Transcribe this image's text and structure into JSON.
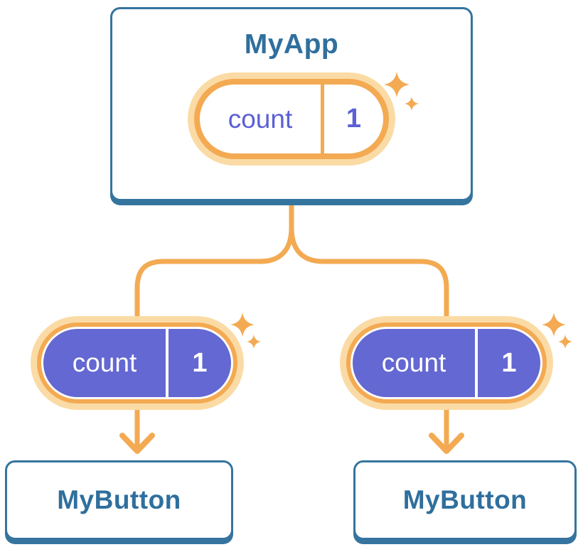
{
  "tree": {
    "root": {
      "title": "MyApp",
      "state": {
        "label": "count",
        "value": "1"
      }
    },
    "children": [
      {
        "title": "MyButton",
        "state": {
          "label": "count",
          "value": "1"
        }
      },
      {
        "title": "MyButton",
        "state": {
          "label": "count",
          "value": "1"
        }
      }
    ]
  },
  "colors": {
    "accent_orange": "#F3AA52",
    "accent_orange_pale": "#FBDBA5",
    "state_purple": "#6468D2",
    "state_purple_text": "#5B60D6",
    "node_blue": "#35749E",
    "title_blue": "#2F6F9D"
  }
}
